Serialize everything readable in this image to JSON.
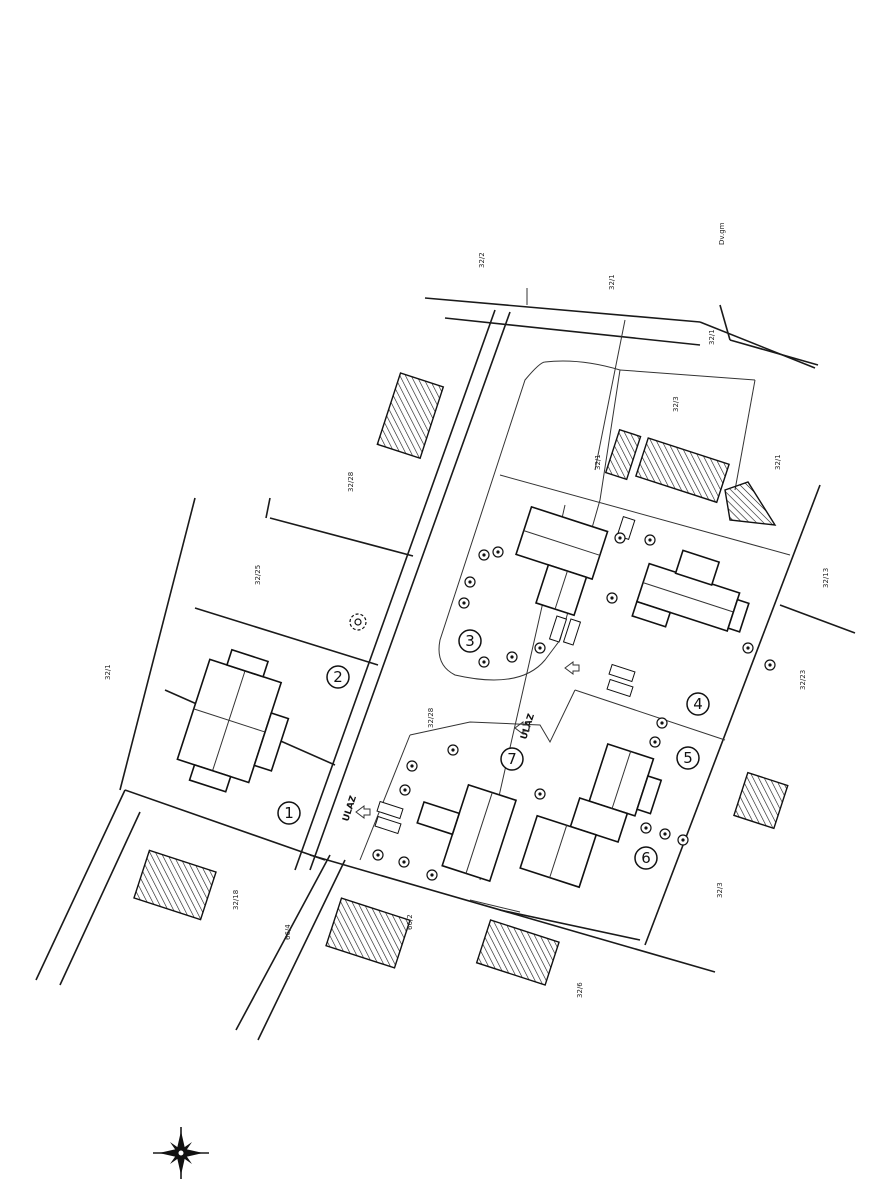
{
  "lots": [
    {
      "id": "lot-1",
      "label": "1"
    },
    {
      "id": "lot-2",
      "label": "2"
    },
    {
      "id": "lot-3",
      "label": "3"
    },
    {
      "id": "lot-4",
      "label": "4"
    },
    {
      "id": "lot-5",
      "label": "5"
    },
    {
      "id": "lot-6",
      "label": "6"
    },
    {
      "id": "lot-7",
      "label": "7"
    }
  ],
  "entrances": [
    {
      "id": "entrance-west",
      "label": "ULAZ"
    },
    {
      "id": "entrance-north",
      "label": "ULAZ"
    }
  ],
  "parcel_labels": [
    "32/2",
    "32/1",
    "32/1",
    "Dv.gm",
    "32/1",
    "32/3",
    "32/28",
    "32/25",
    "32/1",
    "32/28",
    "32/1",
    "32/23",
    "32/13",
    "32/18",
    "66/4",
    "66/2",
    "32/6",
    "32/3"
  ],
  "north_arrow": {
    "icon": "north-arrow-icon"
  }
}
